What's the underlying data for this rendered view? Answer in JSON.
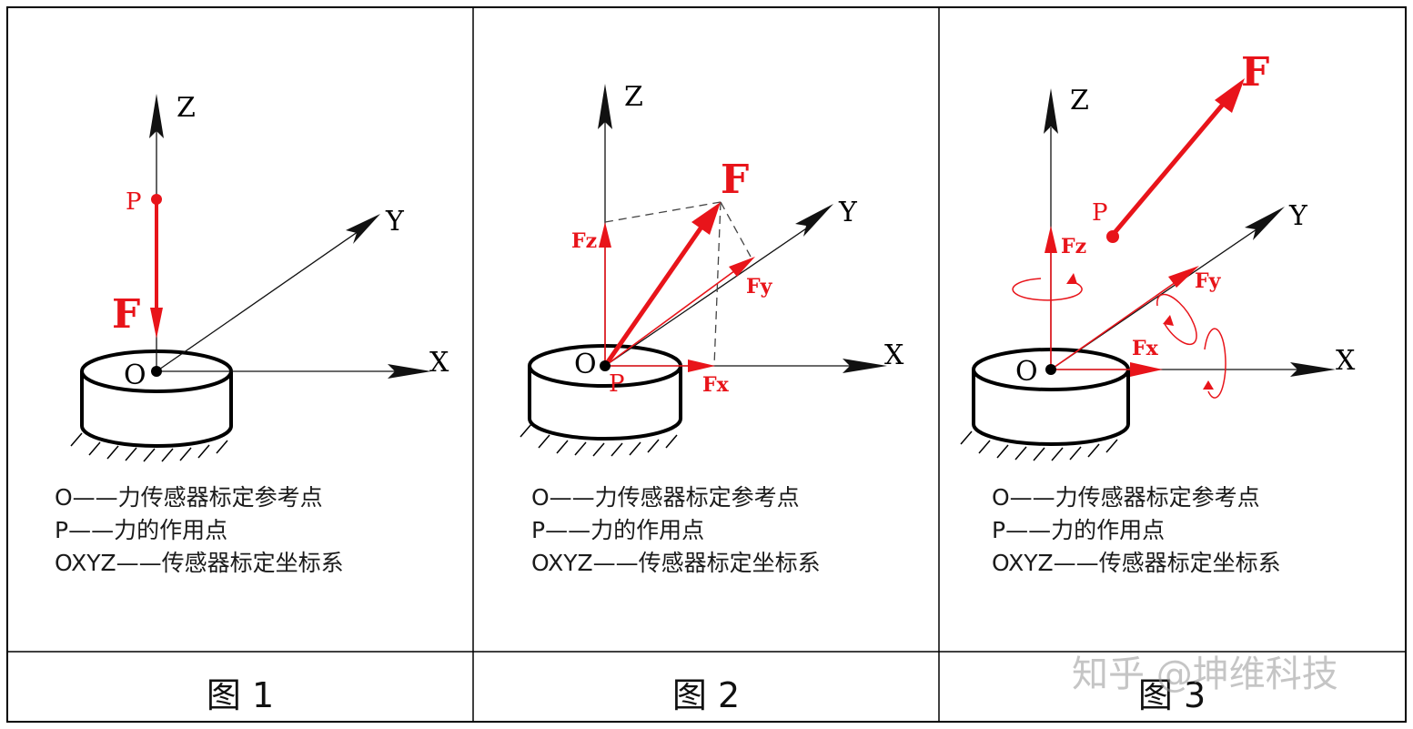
{
  "panels": [
    {
      "caption": "图 1",
      "labels": {
        "z": "Z",
        "y": "Y",
        "x": "X",
        "o": "O",
        "p": "P",
        "f": "F"
      },
      "legend": [
        "O——力传感器标定参考点",
        "P——力的作用点",
        "OXYZ——传感器标定坐标系"
      ]
    },
    {
      "caption": "图 2",
      "labels": {
        "z": "Z",
        "y": "Y",
        "x": "X",
        "o": "O",
        "p": "P",
        "f": "F",
        "fz": "Fz",
        "fy": "Fy",
        "fx": "Fx"
      },
      "legend": [
        "O——力传感器标定参考点",
        "P——力的作用点",
        "OXYZ——传感器标定坐标系"
      ]
    },
    {
      "caption": "图 3",
      "labels": {
        "z": "Z",
        "y": "Y",
        "x": "X",
        "o": "O",
        "p": "P",
        "f": "F",
        "fz": "Fz",
        "fy": "Fy",
        "fx": "Fx"
      },
      "legend": [
        "O——力传感器标定参考点",
        "P——力的作用点",
        "OXYZ——传感器标定坐标系"
      ]
    }
  ],
  "watermark": "知乎 @坤维科技",
  "colors": {
    "force": "#e8141a",
    "axis": "#111111",
    "grid": "#000000"
  }
}
